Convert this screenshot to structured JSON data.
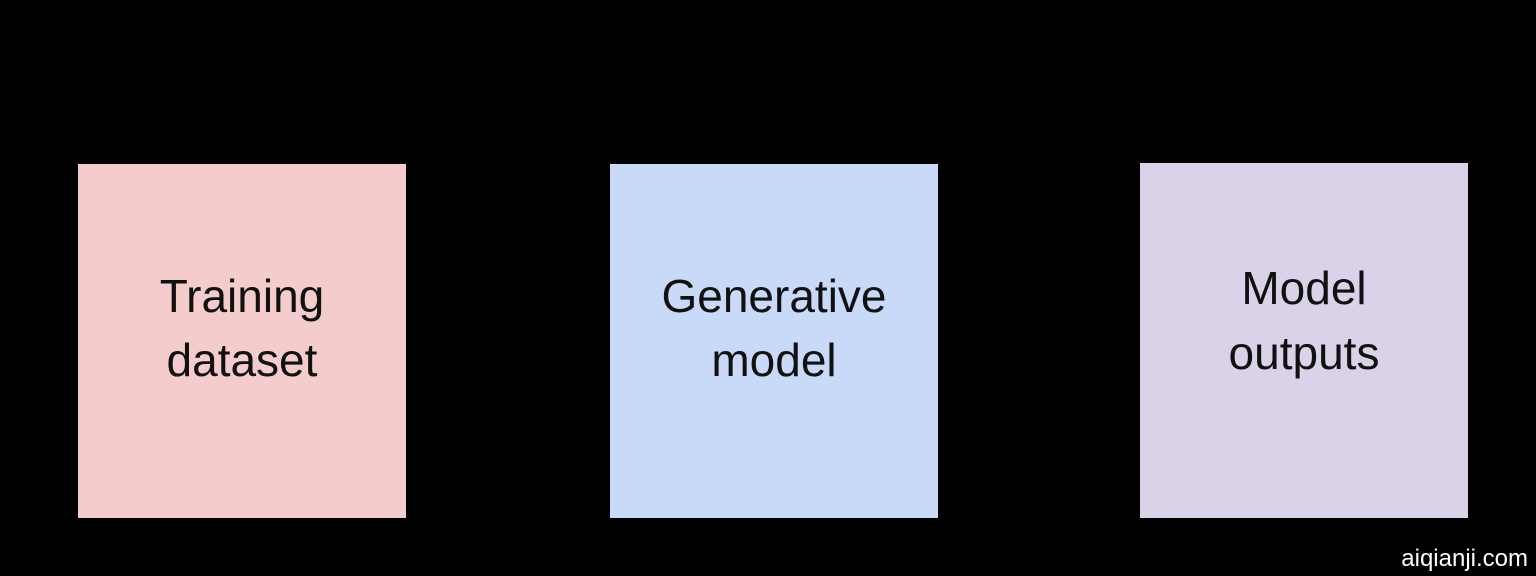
{
  "diagram": {
    "background_color": "#000000",
    "boxes": [
      {
        "id": "training-dataset",
        "label": "Training\ndataset",
        "fill": "#f4cccc",
        "text_color": "#111111"
      },
      {
        "id": "generative-model",
        "label": "Generative\nmodel",
        "fill": "#c9daf8",
        "text_color": "#111111"
      },
      {
        "id": "model-outputs",
        "label": "Model\noutputs",
        "fill": "#d9d2e9",
        "text_color": "#111111"
      }
    ]
  },
  "watermark": {
    "text": "aiqianji.com",
    "color": "#ffffff"
  }
}
